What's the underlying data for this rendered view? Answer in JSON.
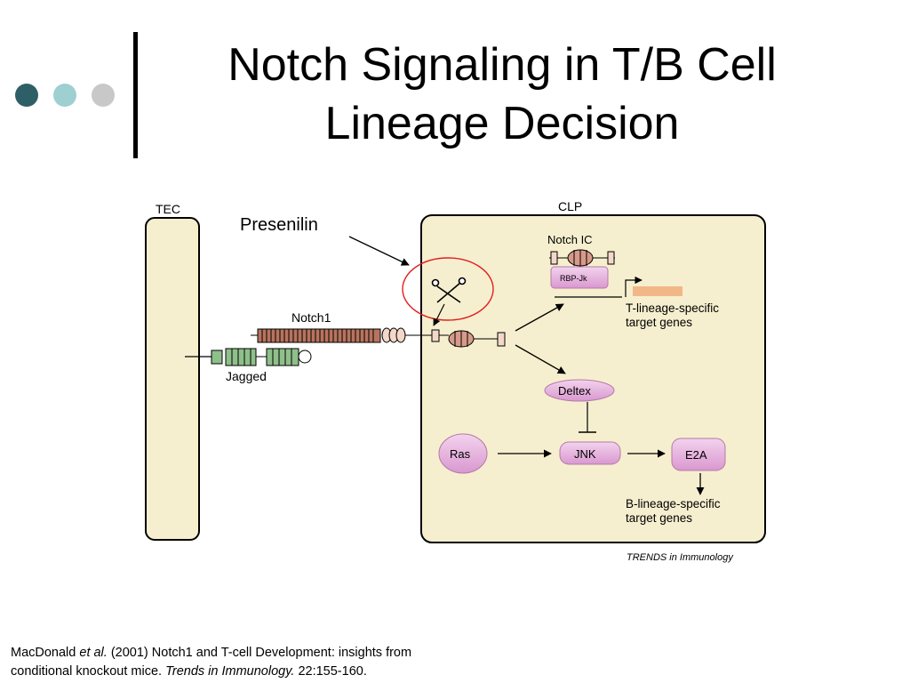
{
  "slide": {
    "title_line1": "Notch Signaling in T/B Cell",
    "title_line2": "Lineage Decision",
    "dot_colors": [
      "#2f5f66",
      "#9ecfd1",
      "#c8c8c8"
    ]
  },
  "diagram": {
    "tec_label": "TEC",
    "clp_label": "CLP",
    "presenilin_label": "Presenilin",
    "notch1_label": "Notch1",
    "jagged_label": "Jagged",
    "notch_ic_label": "Notch IC",
    "rbpjk_label": "RBP-Jk",
    "t_target_line1": "T-lineage-specific",
    "t_target_line2": "target genes",
    "deltex_label": "Deltex",
    "ras_label": "Ras",
    "jnk_label": "JNK",
    "e2a_label": "E2A",
    "b_target_line1": "B-lineage-specific",
    "b_target_line2": "target genes",
    "source_label": "TRENDS in Immunology",
    "colors": {
      "cell_fill": "#f6efcf",
      "notch_stripe": "#b8745e",
      "jagged_fill": "#8fbf8a",
      "node_fill": "#e6b2dc",
      "highlight_circle": "#e02020",
      "target_bar": "#f2b787"
    }
  },
  "citation": {
    "author": "MacDonald ",
    "etal": "et al.",
    "rest1": "  (2001)  Notch1 and T-cell Development: insights from",
    "line2a": "conditional knockout mice.  ",
    "journal": "Trends in Immunology.",
    "line2b": "  22:155-160."
  }
}
